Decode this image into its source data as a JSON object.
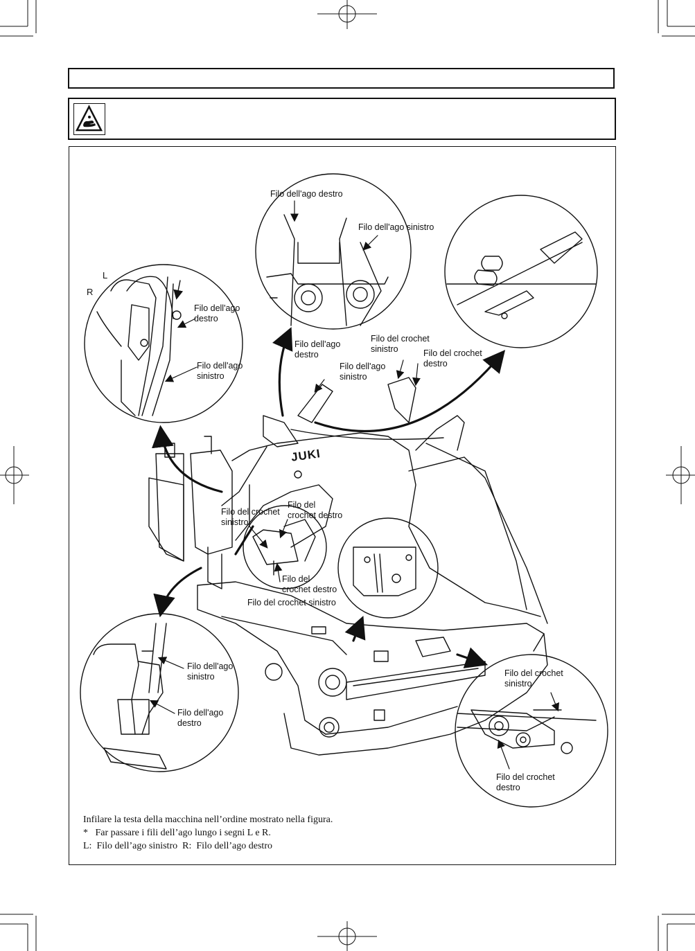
{
  "header": {
    "title": ""
  },
  "warning": {
    "icon": "hand-caution-icon",
    "text": ""
  },
  "figure": {
    "labels": {
      "top_needle_right": "Filo dell'ago destro",
      "top_needle_left": "Filo dell'ago sinistro",
      "left_L": "L",
      "left_R": "R",
      "left_needle_right": "Filo dell'ago\ndestro",
      "left_needle_left": "Filo dell'ago\nsinistro",
      "mid_needle_right": "Filo dell'ago\ndestro",
      "mid_needle_left": "Filo dell'ago\nsinistro",
      "mid_looper_left": "Filo del crochet\nsinistro",
      "mid_looper_right": "Filo del crochet\ndestro",
      "brand": "JUKI",
      "center_looper_left": "Filo del crochet\nsinistro",
      "center_looper_right": "Filo del\ncrochet destro",
      "center_looper_right2": "Filo del\ncrochet destro",
      "center_looper_left2": "Filo del crochet sinistro",
      "bl_needle_left": "Filo dell'ago\nsinistro",
      "bl_needle_right": "Filo dell'ago\ndestro",
      "br_looper_left": "Filo del crochet\nsinistro",
      "br_looper_right": "Filo del crochet\ndestro"
    }
  },
  "caption": {
    "line1": "Infilare la testa della macchina nell’ordine mostrato nella figura.",
    "line2": "*   Far passare i fili dell’ago lungo i segni L e R.",
    "line3": "L:  Filo dell’ago sinistro  R:  Filo dell’ago destro"
  }
}
